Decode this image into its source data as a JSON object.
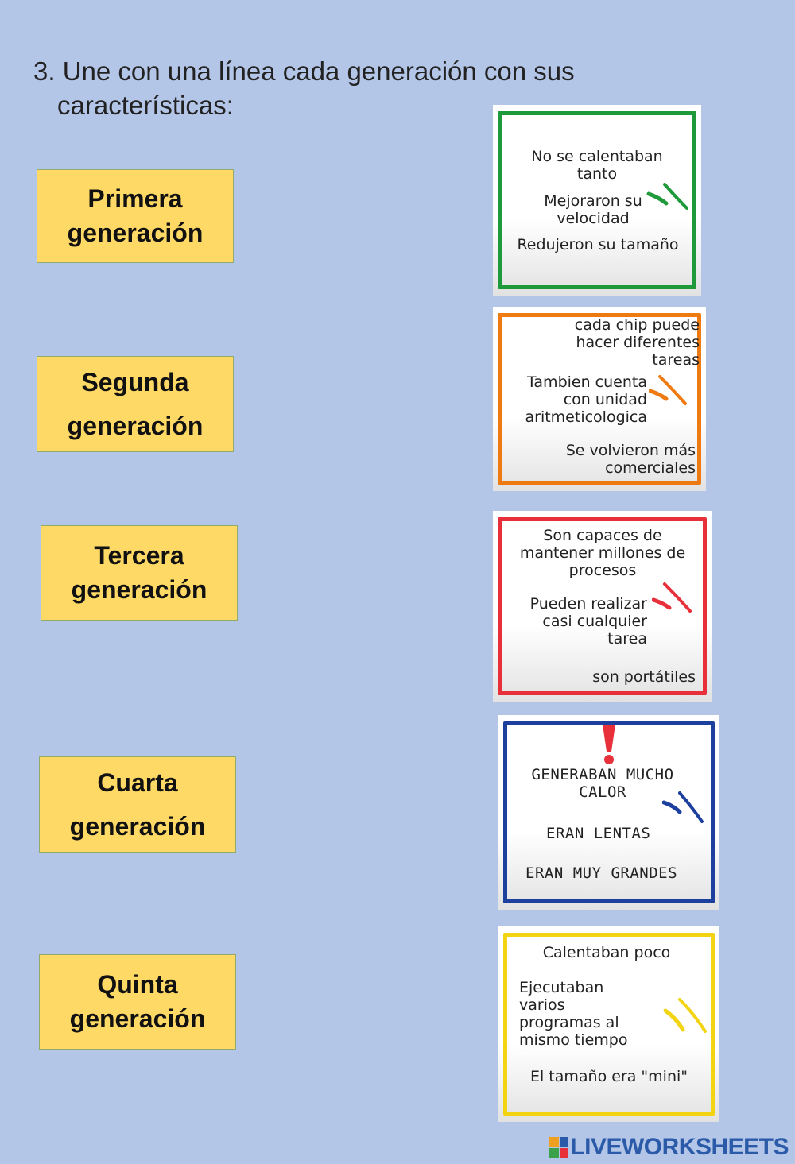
{
  "instruction": {
    "line1": "3. Une con una línea cada generación con sus",
    "line2": "características:"
  },
  "generations": [
    {
      "line1": "Primera",
      "line2": "generación"
    },
    {
      "line1": "Segunda",
      "line2": "generación"
    },
    {
      "line1": "Tercera",
      "line2": "generación"
    },
    {
      "line1": "Cuarta",
      "line2": "generación"
    },
    {
      "line1": "Quinta",
      "line2": "generación"
    }
  ],
  "cards": [
    {
      "color": "#1e9a3a",
      "items": [
        "No se calentaban\ntanto",
        "Mejoraron su\nvelocidad",
        "Redujeron su tamaño"
      ]
    },
    {
      "color": "#f07a12",
      "items": [
        "cada chip puede\nhacer diferentes\ntareas",
        "Tambien cuenta\ncon unidad\naritmeticologica",
        "Se volvieron más\ncomerciales"
      ]
    },
    {
      "color": "#e8303a",
      "items": [
        "Son capaces de\nmantener millones de\nprocesos",
        "Pueden realizar\ncasi cualquier\ntarea",
        "son portátiles"
      ]
    },
    {
      "color": "#1d3f9e",
      "items": [
        "GENERABAN MUCHO\nCALOR",
        "ERAN LENTAS",
        "ERAN MUY GRANDES"
      ]
    },
    {
      "color": "#f2d413",
      "items": [
        "Calentaban poco",
        "Ejecutaban\nvarios\nprogramas al\nmismo tiempo",
        "El tamaño era \"mini\""
      ]
    }
  ],
  "icons": {
    "alert": "exclamation-icon"
  },
  "footer": {
    "logo_text": "LIVEWORKSHEETS"
  }
}
